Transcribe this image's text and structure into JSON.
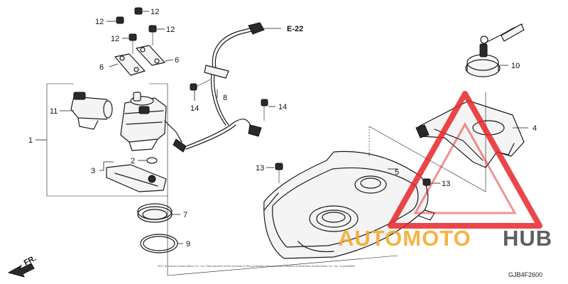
{
  "diagram": {
    "reference_label": "E-22",
    "drawing_code": "GJB4F2600",
    "front_label": "FR.",
    "copyright_line": "2017 American Honda Motor Co., Inc. Reproduction of the contents of this publication without written consent of American Honda Motor Co., Inc. is prohibited",
    "part_numbers": {
      "p1": "1",
      "p2": "2",
      "p3": "3",
      "p4": "4",
      "p5": "5",
      "p6a": "6",
      "p6b": "6",
      "p7": "7",
      "p8": "8",
      "p9": "9",
      "p10": "10",
      "p11": "11",
      "p12a": "12",
      "p12b": "12",
      "p12c": "12",
      "p12d": "12",
      "p13a": "13",
      "p13b": "13",
      "p14a": "14",
      "p14b": "14"
    }
  },
  "watermark": {
    "brand_part1": "AUTOMOTO",
    "brand_part2": "HUB",
    "colors": {
      "accent": "#e8262b",
      "orange": "#f5a623",
      "dark": "#444444"
    }
  }
}
